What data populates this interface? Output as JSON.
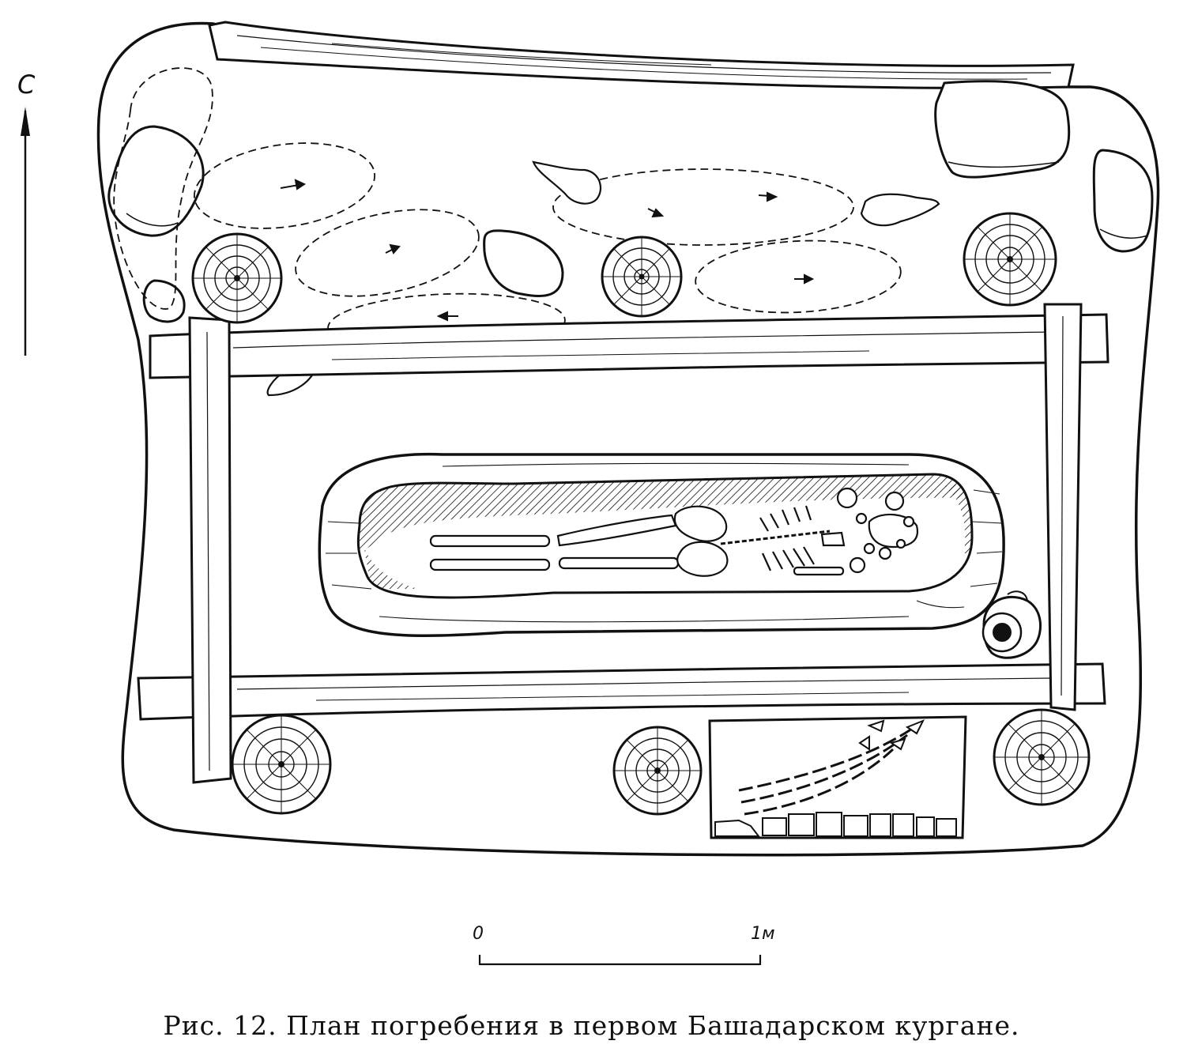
{
  "north_label": "С",
  "scale": {
    "start": "0",
    "end": "1м"
  },
  "caption": "Рис. 12. План погребения в первом Башадарском кургане.",
  "logs": [
    {
      "name": "log-nw"
    },
    {
      "name": "log-n"
    },
    {
      "name": "log-ne"
    },
    {
      "name": "log-sw"
    },
    {
      "name": "log-s"
    },
    {
      "name": "log-se"
    }
  ]
}
